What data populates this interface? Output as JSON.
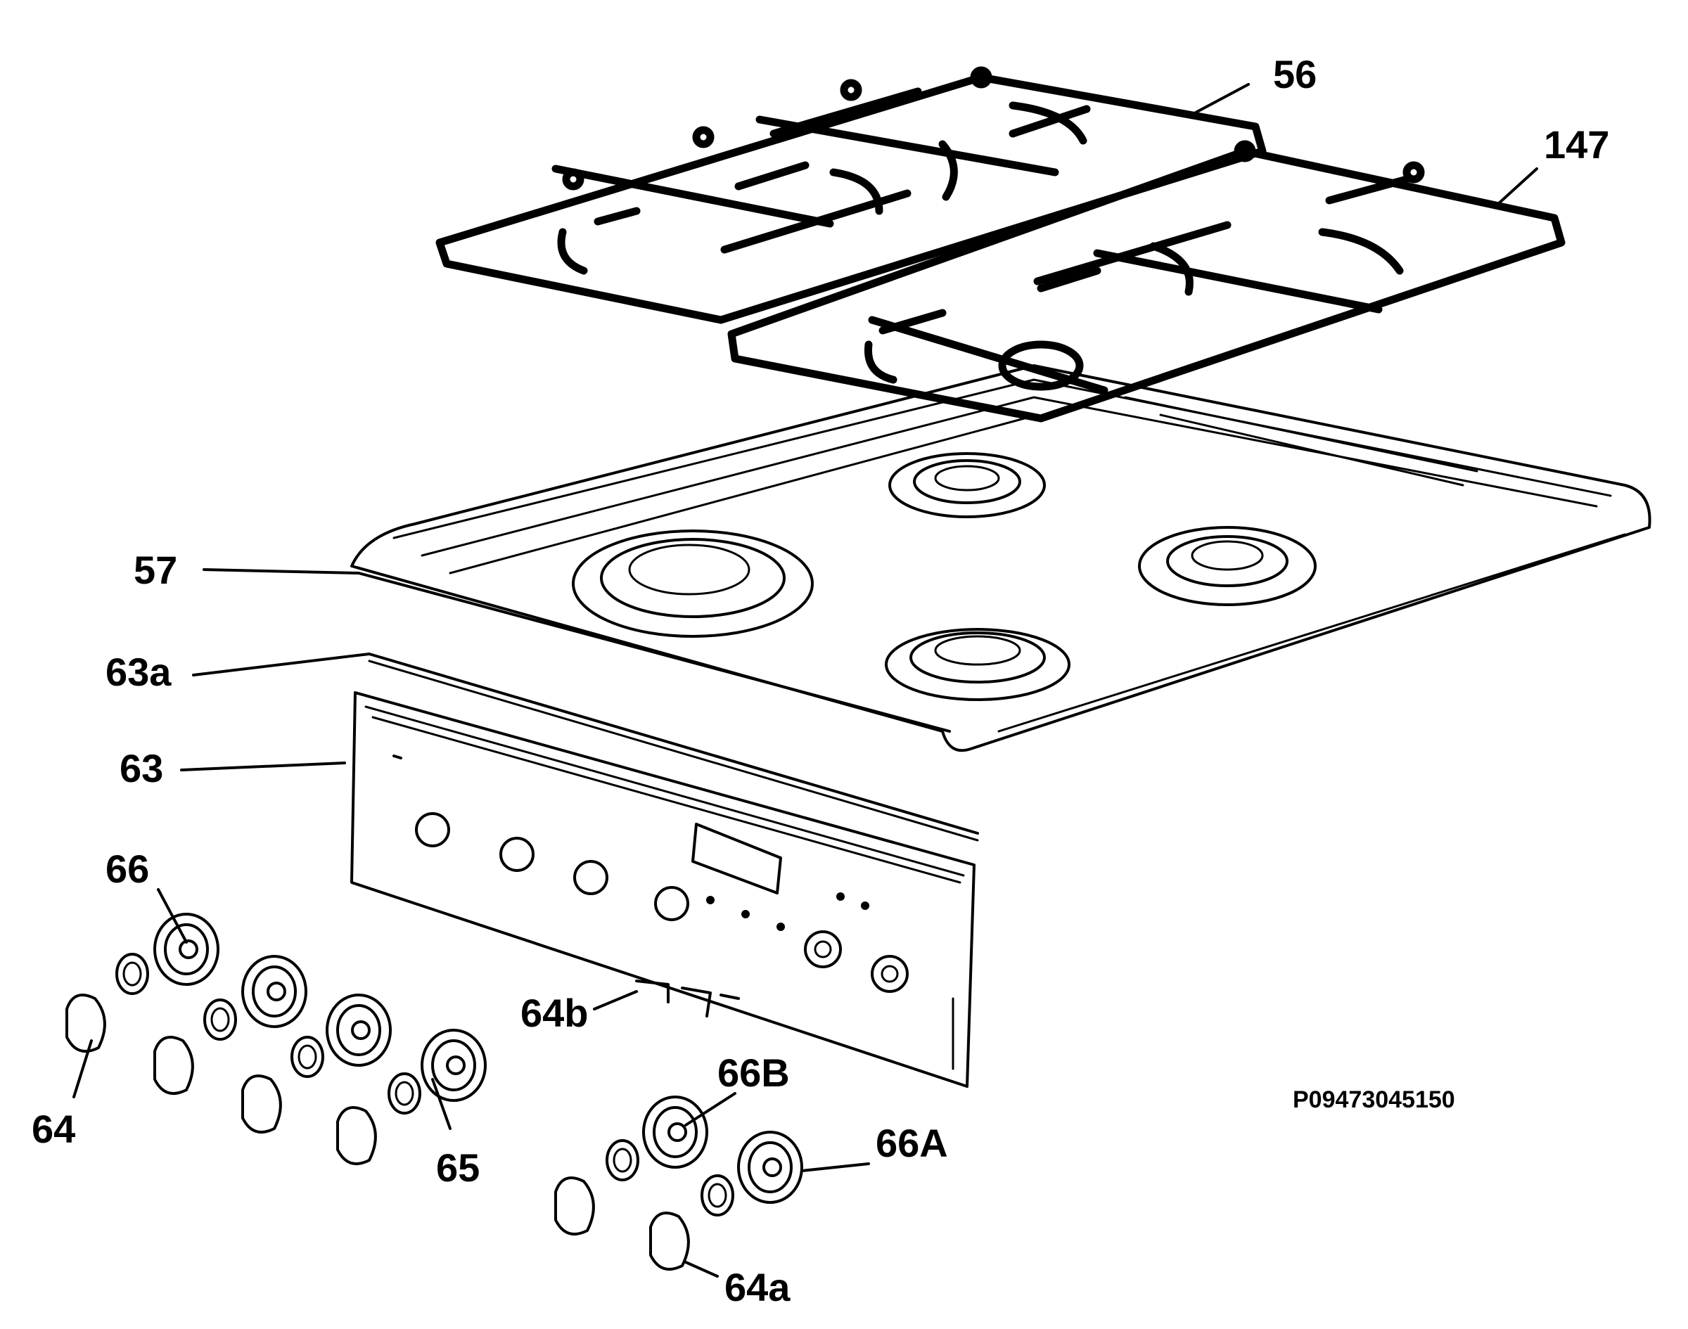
{
  "labels": {
    "56": "56",
    "147": "147",
    "57": "57",
    "63a": "63a",
    "63": "63",
    "66": "66",
    "64": "64",
    "65": "65",
    "64b": "64b",
    "66B": "66B",
    "66A": "66A",
    "64a": "64a"
  },
  "reference": "P09473045150"
}
